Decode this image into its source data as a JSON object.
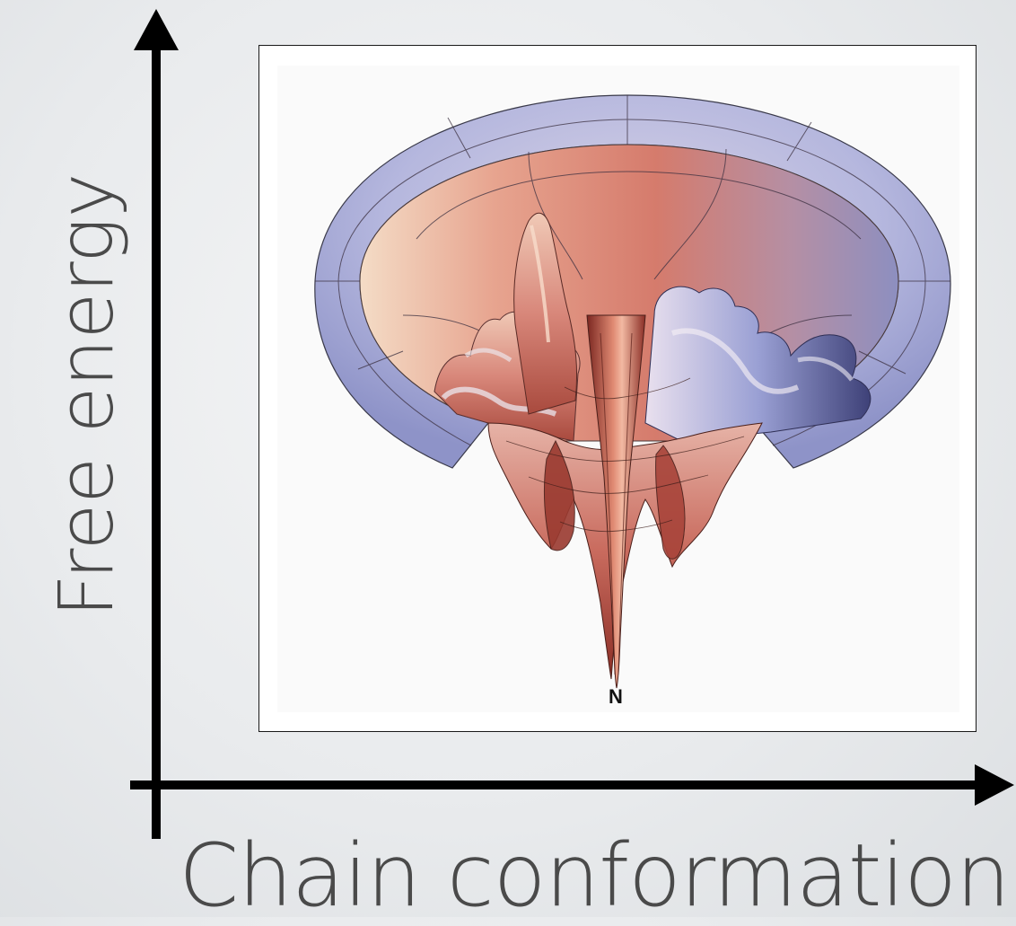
{
  "slide": {
    "y_axis_label": "Free energy",
    "x_axis_label": "Chain conformation"
  },
  "figure": {
    "native_state_label": "N",
    "colors": {
      "rim": "#a3a9d6",
      "funnel_warm": "#d9786a",
      "funnel_light": "#f6d2c0",
      "funnel_deep": "#8c2f26",
      "axis": "#000000"
    }
  }
}
